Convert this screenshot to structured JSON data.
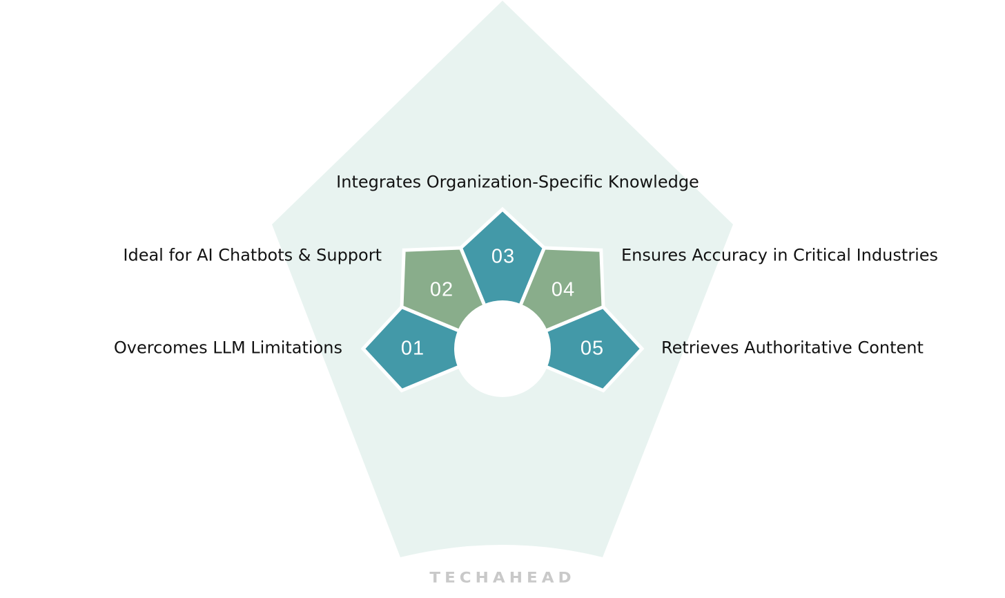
{
  "diagram": {
    "segments": [
      {
        "number": "01",
        "label": "Overcomes LLM Limitations",
        "color": "#4399a8"
      },
      {
        "number": "02",
        "label": "Ideal for AI Chatbots & Support",
        "color": "#89ad8b"
      },
      {
        "number": "03",
        "label": "Integrates Organization-Specific Knowledge",
        "color": "#4399a8"
      },
      {
        "number": "04",
        "label": "Ensures Accuracy in Critical Industries",
        "color": "#89ad8b"
      },
      {
        "number": "05",
        "label": "Retrieves Authoritative Content",
        "color": "#4399a8"
      }
    ],
    "colors": {
      "teal": "#4399a8",
      "green": "#89ad8b",
      "background_pentagon": "#e8f3f0",
      "segment_gap": "#ffffff",
      "center_circle": "#ffffff",
      "number_text": "#ffffff",
      "label_text": "#121212"
    }
  },
  "watermark": {
    "text": "TECHAHEAD",
    "color": "#c9c9c9"
  }
}
